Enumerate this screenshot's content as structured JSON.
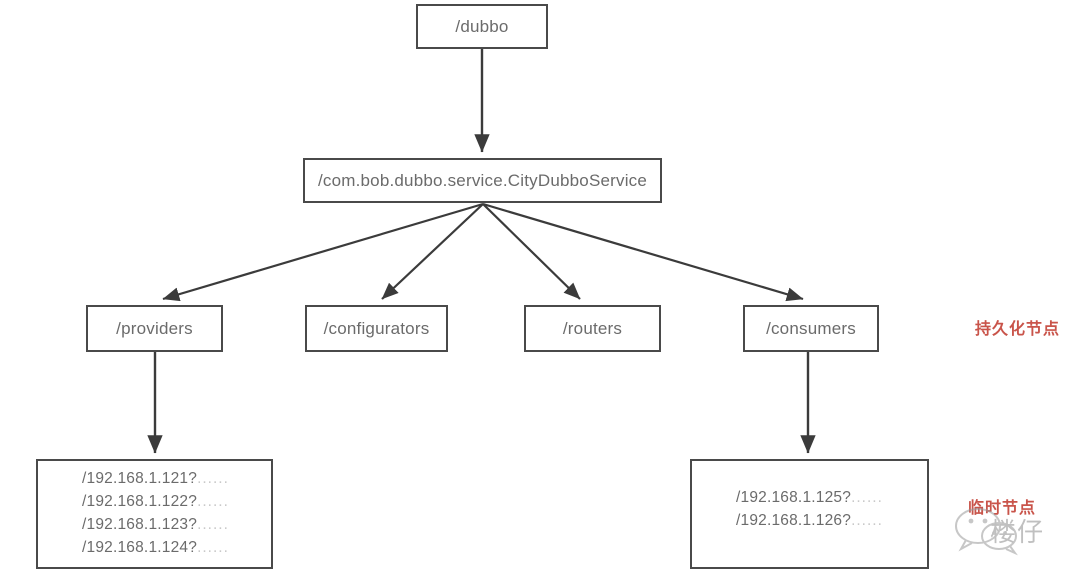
{
  "diagram": {
    "title": "Dubbo ZooKeeper registry node tree",
    "nodes": {
      "root": {
        "label": "/dubbo"
      },
      "service": {
        "label": "/com.bob.dubbo.service.CityDubboService"
      },
      "providers": {
        "label": "/providers"
      },
      "configurators": {
        "label": "/configurators"
      },
      "routers": {
        "label": "/routers"
      },
      "consumers": {
        "label": "/consumers"
      }
    },
    "leaves": {
      "providers_list": [
        {
          "address": "/192.168.1.121?",
          "dots": "......"
        },
        {
          "address": "/192.168.1.122?",
          "dots": "......"
        },
        {
          "address": "/192.168.1.123?",
          "dots": "......"
        },
        {
          "address": "/192.168.1.124?",
          "dots": "......"
        }
      ],
      "consumers_list": [
        {
          "address": "/192.168.1.125?",
          "dots": "......"
        },
        {
          "address": "/192.168.1.126?",
          "dots": "......"
        }
      ]
    },
    "annotations": {
      "persistent_node": "持久化节点",
      "ephemeral_node": "临时节点"
    },
    "watermark": {
      "text": "楼仔",
      "icon": "wechat-icon"
    },
    "colors": {
      "box_border": "#4a4a4a",
      "box_text": "#6b6b6b",
      "edge": "#3b3b3b",
      "annotation_red": "#c9544a",
      "background": "#ffffff"
    }
  }
}
